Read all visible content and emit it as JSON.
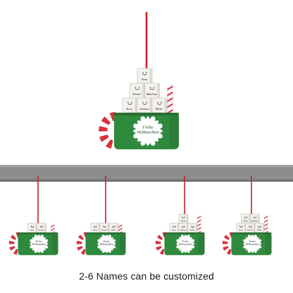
{
  "caption": "2-6 Names can be customized",
  "ornament_text": "Frohe Weihnachten",
  "colors": {
    "mug_green": "#2f8a3e",
    "ribbon_red": "#c8202a",
    "bar_gray": "#8d8d8d",
    "background": "#ffffff"
  },
  "main_ornament": {
    "names": [
      "Anna",
      "Dinael",
      "Matthias",
      "Avery",
      "Jackson",
      "Millie"
    ]
  },
  "variants": [
    {
      "names": [
        "Avery",
        "Jackson"
      ]
    },
    {
      "names": [
        "Avery",
        "Jackson",
        "Millie"
      ]
    },
    {
      "names": [
        "Dinael",
        "Avery",
        "Jackson",
        "Millie"
      ]
    },
    {
      "names": [
        "Dinael",
        "Matthias",
        "Avery",
        "Jackson",
        "Millie"
      ]
    }
  ]
}
